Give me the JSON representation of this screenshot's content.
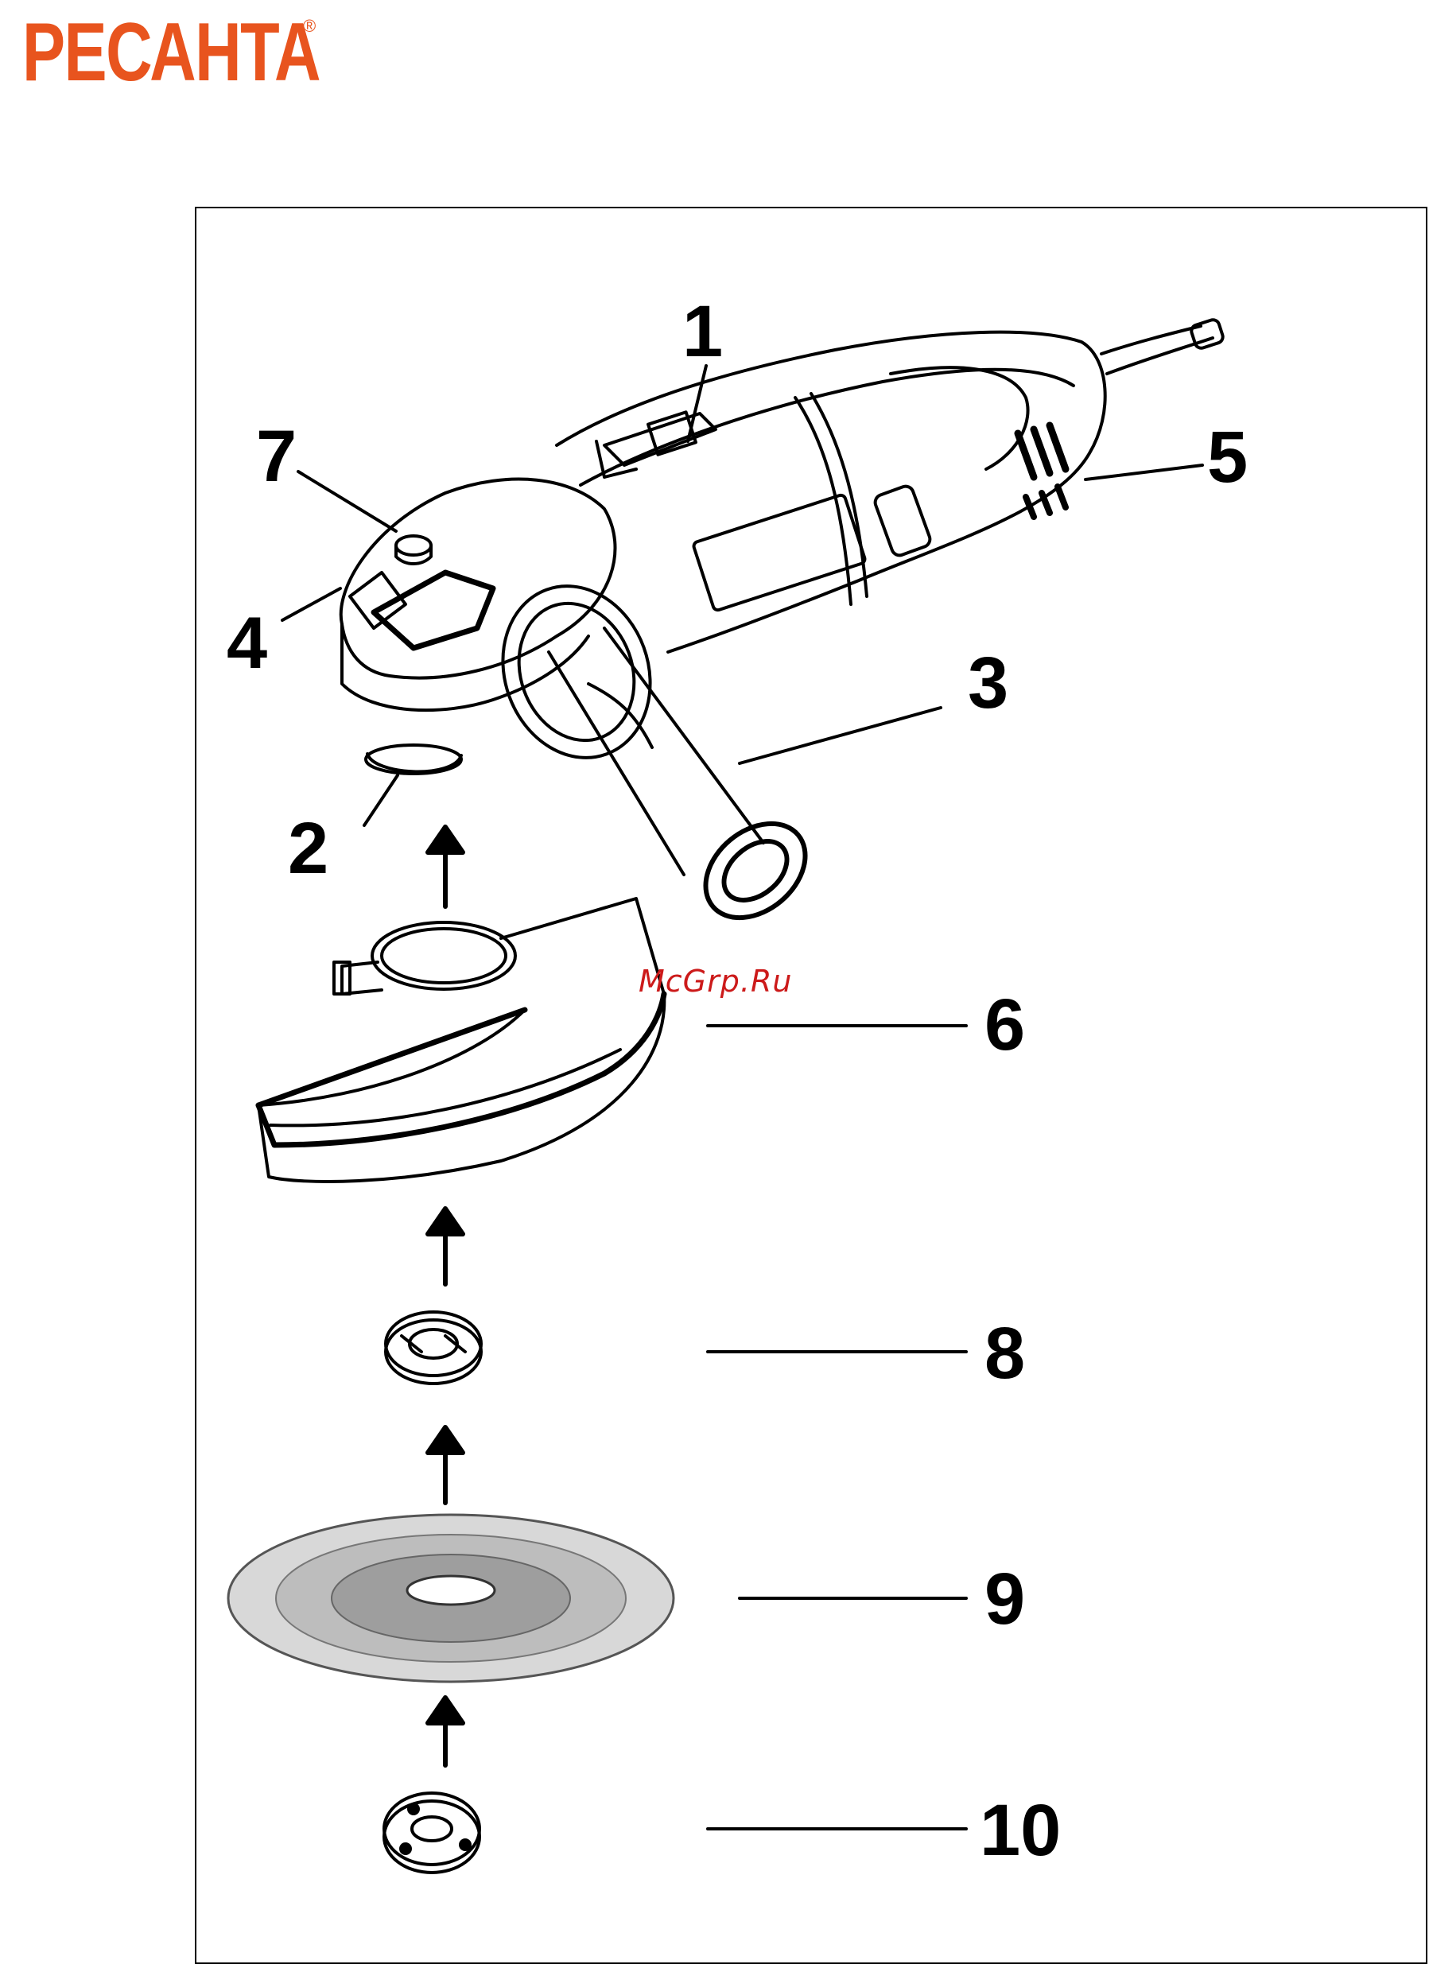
{
  "brand": {
    "name": "РЕСАНТА",
    "reg_mark": "®",
    "color": "#e8541e"
  },
  "watermark": {
    "text": "McGrp.Ru",
    "color": "#cc1a1a"
  },
  "callouts": {
    "c1": "1",
    "c2": "2",
    "c3": "3",
    "c4": "4",
    "c5": "5",
    "c6": "6",
    "c7": "7",
    "c8": "8",
    "c9": "9",
    "c10": "10"
  }
}
